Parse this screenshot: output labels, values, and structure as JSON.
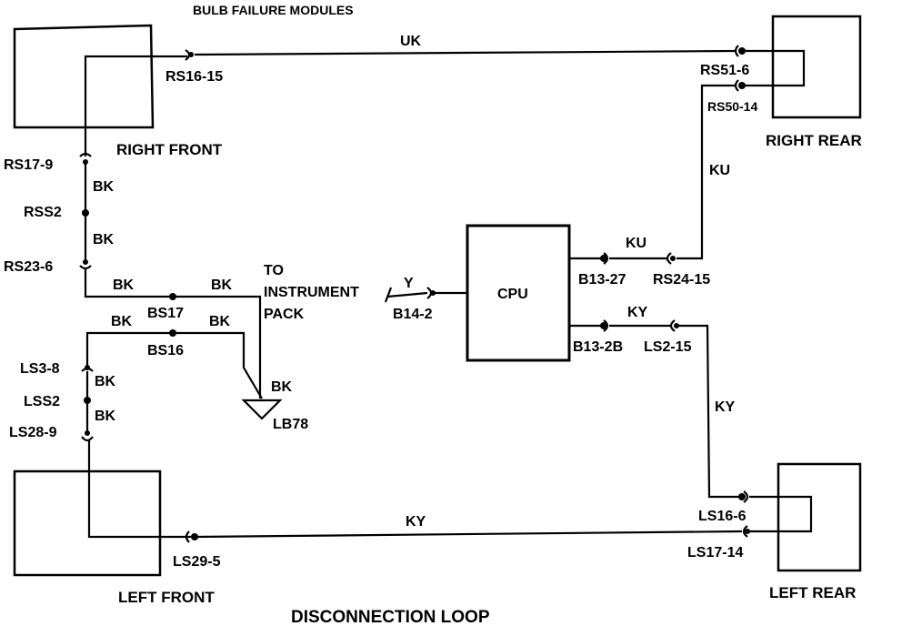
{
  "header": {
    "title": "BULB FAILURE MODULES"
  },
  "footer": {
    "caption": "DISCONNECTION LOOP"
  },
  "modules": {
    "right_front": "RIGHT FRONT",
    "right_rear": "RIGHT REAR",
    "left_front": "LEFT FRONT",
    "left_rear": "LEFT REAR",
    "cpu": "CPU"
  },
  "connectors": {
    "rs16_15": "RS16-15",
    "rs51_6": "RS51-6",
    "rs50_14": "RS50-14",
    "rs17_9": "RS17-9",
    "rss2": "RSS2",
    "rs23_6": "RS23-6",
    "bs17": "BS17",
    "bs16": "BS16",
    "ls3_8": "LS3-8",
    "lss2": "LSS2",
    "ls28_9": "LS28-9",
    "lb78": "LB78",
    "b14_2": "B14-2",
    "b13_27": "B13-27",
    "rs24_15": "RS24-15",
    "b13_2b": "B13-2B",
    "ls2_15": "LS2-15",
    "ls16_6": "LS16-6",
    "ls17_14": "LS17-14",
    "ls29_5": "LS29-5"
  },
  "wire_colors": {
    "uk": "UK",
    "ku_vertical": "KU",
    "ku_cpu": "KU",
    "ky_cpu": "KY",
    "ky_vertical": "KY",
    "ky_bottom": "KY",
    "y": "Y",
    "bk_1": "BK",
    "bk_2": "BK",
    "bk_3": "BK",
    "bk_4": "BK",
    "bk_5": "BK",
    "bk_6": "BK",
    "bk_7": "BK",
    "bk_8": "BK",
    "bk_9": "BK"
  },
  "instrument_note": {
    "line1": "TO",
    "line2": "INSTRUMENT",
    "line3": "PACK"
  }
}
